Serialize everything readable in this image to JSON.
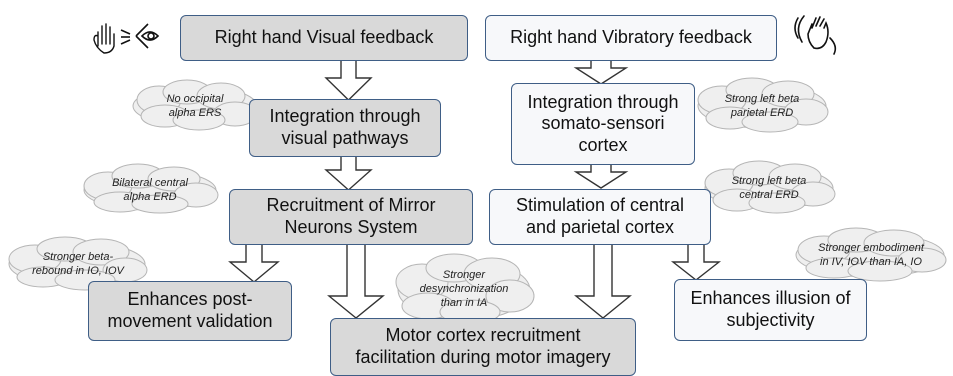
{
  "boxes": {
    "visual_feedback": "Right hand Visual feedback",
    "vibratory_feedback": "Right hand Vibratory feedback",
    "visual_pathways": "Integration through\nvisual pathways",
    "somato_cortex": "Integration through\nsomato-sensori\ncortex",
    "mirror_neurons": "Recruitment of Mirror\nNeurons System",
    "central_parietal": "Stimulation of central\nand parietal cortex",
    "post_movement": "Enhances post-\nmovement validation",
    "motor_cortex": "Motor cortex recruitment\nfacilitation during motor imagery",
    "subjectivity": "Enhances illusion of\nsubjectivity"
  },
  "clouds": {
    "occipital": "No occipital\nalpha ERS",
    "parietal_erd": "Strong left beta\nparietal ERD",
    "bilateral": "Bilateral central\nalpha ERD",
    "central_erd": "Strong left beta\ncentral ERD",
    "beta_rebound": "Stronger beta-\nrebound in IO, IOV",
    "desync": "Stronger\ndesynchronization\nthan in IA",
    "embodiment": "Stronger embodiment\nin IV, IOV than IA, IO"
  },
  "icons": [
    "hand-icon",
    "eye-icon",
    "vibrating-hand-icon"
  ],
  "colors": {
    "box_border": "#3f5e86",
    "box_gray": "#d9d9d9",
    "box_white": "#f7f8fa",
    "cloud_fill": "#efefef"
  }
}
